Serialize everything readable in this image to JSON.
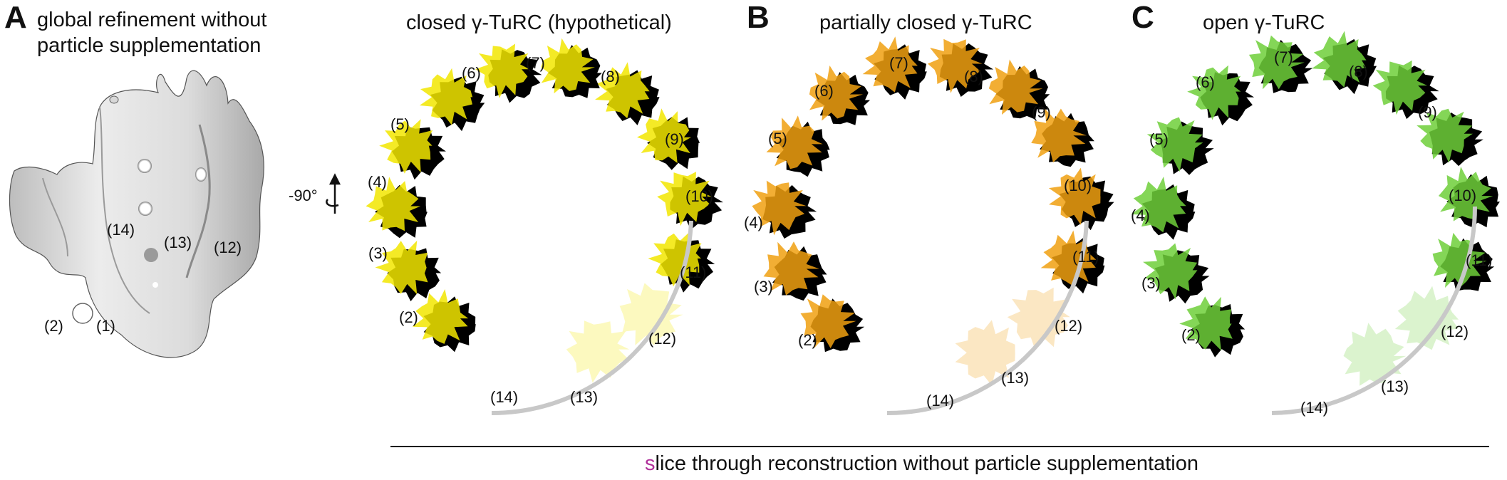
{
  "panel_a": {
    "letter": "A",
    "title_line1": "global refinement without",
    "title_line2": "particle supplementation",
    "labels": [
      "(14)",
      "(13)",
      "(12)",
      "(2)",
      "(1)"
    ],
    "rotation_label": "-90°"
  },
  "panel_closed": {
    "title": "closed γ-TuRC (hypothetical)",
    "labels": [
      "(6)",
      "(7)",
      "(8)",
      "(5)",
      "(9)",
      "(4)",
      "(10)",
      "(3)",
      "(11)",
      "(2)",
      "(12)",
      "(14)",
      "(13)"
    ]
  },
  "panel_b": {
    "letter": "B",
    "title": "partially closed γ-TuRC",
    "labels": [
      "(7)",
      "(6)",
      "(8)",
      "(9)",
      "(5)",
      "(10)",
      "(4)",
      "(11)",
      "(3)",
      "(12)",
      "(2)",
      "(13)",
      "(14)"
    ]
  },
  "panel_c": {
    "letter": "C",
    "title": "open γ-TuRC",
    "labels": [
      "(7)",
      "(6)",
      "(8)",
      "(9)",
      "(5)",
      "(10)",
      "(4)",
      "(11)",
      "(3)",
      "(12)",
      "(2)",
      "(13)",
      "(14)"
    ]
  },
  "caption": {
    "highlight": "s",
    "rest": "lice through reconstruction without particle supplementation",
    "highlight_color": "#b0309a"
  },
  "colors": {
    "closed": "#f2e600",
    "partial": "#f0a010",
    "open": "#6fcf3a",
    "density": "#000000",
    "arc": "#c8c8c8",
    "map": "#e6e6e6"
  }
}
